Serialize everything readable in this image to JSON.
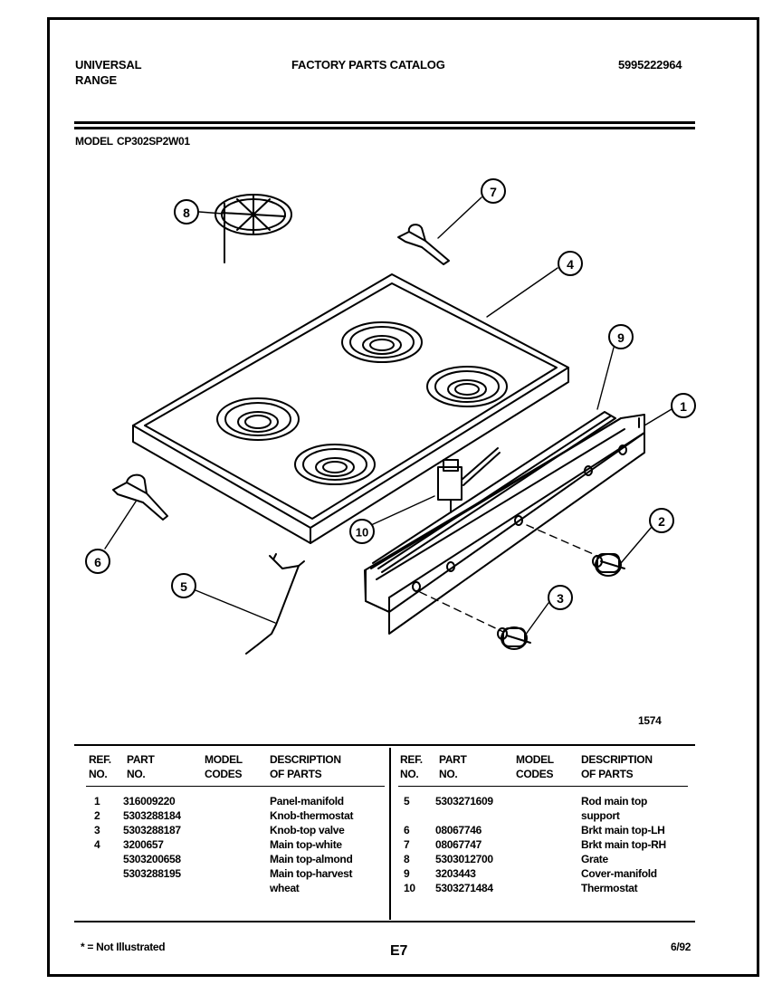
{
  "header": {
    "brand_line1": "UNIVERSAL",
    "brand_line2": "RANGE",
    "catalog_title": "FACTORY PARTS CATALOG",
    "catalog_number": "5995222964",
    "model_label": "MODEL",
    "model_value": "CP302SP2W01"
  },
  "diagram": {
    "callouts": [
      "1",
      "2",
      "3",
      "4",
      "5",
      "6",
      "7",
      "8",
      "9",
      "10"
    ],
    "drawing_number": "1574"
  },
  "table": {
    "headers": {
      "ref": [
        "REF.",
        "NO."
      ],
      "part": [
        "PART",
        "NO."
      ],
      "model": [
        "MODEL",
        "CODES"
      ],
      "desc": [
        "DESCRIPTION",
        "OF PARTS"
      ]
    },
    "left": {
      "refs": [
        "1",
        "2",
        "3",
        "4",
        "",
        ""
      ],
      "parts": [
        "316009220",
        "5303288184",
        "5303288187",
        "3200657",
        "5303200658",
        "5303288195"
      ],
      "descs": [
        "Panel-manifold",
        "Knob-thermostat",
        "Knob-top valve",
        "Main top-white",
        "Main top-almond",
        "Main top-harvest",
        "wheat"
      ]
    },
    "right": {
      "refs": [
        "5",
        "",
        "6",
        "7",
        "8",
        "9",
        "10"
      ],
      "parts": [
        "5303271609",
        "",
        "08067746",
        "08067747",
        "5303012700",
        "3203443",
        "5303271484"
      ],
      "descs": [
        "Rod main top",
        "support",
        "Brkt main top-LH",
        "Brkt main top-RH",
        "Grate",
        "Cover-manifold",
        "Thermostat"
      ]
    }
  },
  "footer": {
    "note": "* = Not Illustrated",
    "page_code": "E7",
    "date": "6/92"
  }
}
